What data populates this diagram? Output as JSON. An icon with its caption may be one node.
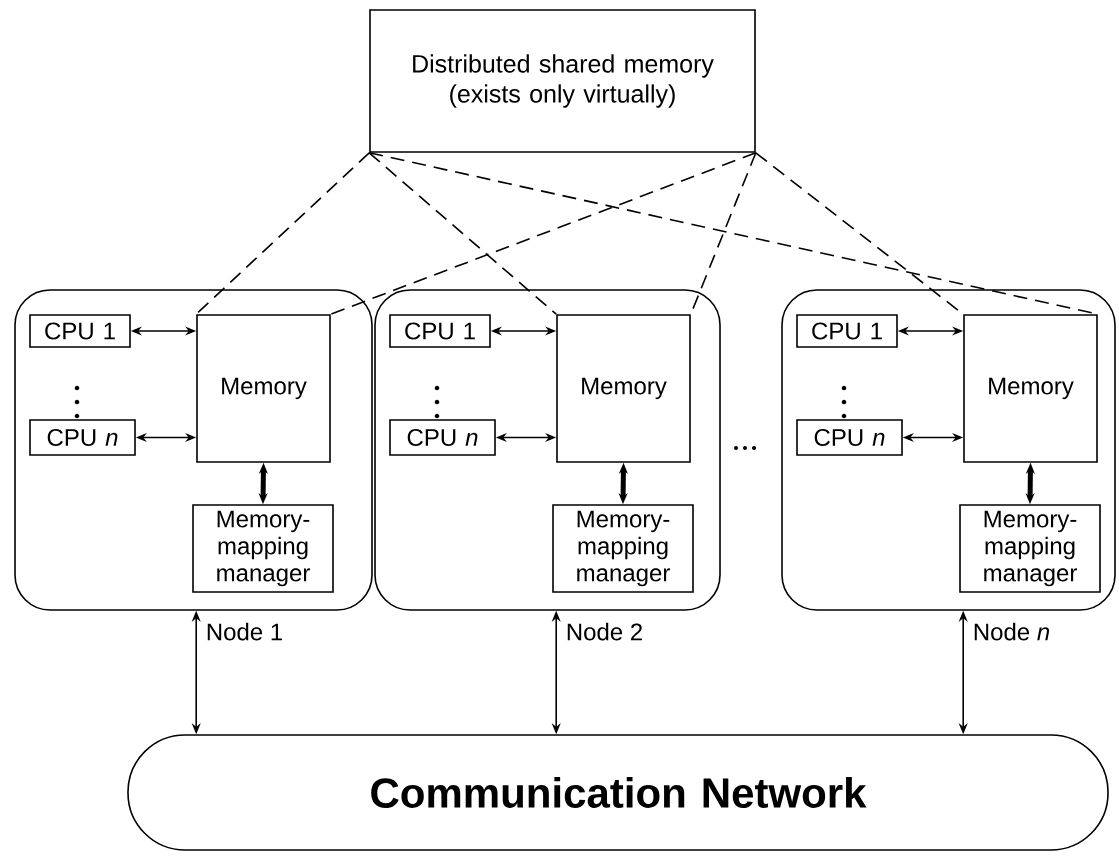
{
  "diagram": {
    "nodes": [
      {
        "text": [
          "Distributed shared memory (exists only virtually)"
        ]
      },
      {
        "text": [
          "Node 1"
        ]
      },
      {
        "text": [
          "CPU 1"
        ],
        "in": 1
      },
      {
        "text": [
          "CPU *n*"
        ],
        "in": 1
      },
      {
        "text": [
          "Memory"
        ],
        "in": 1
      },
      {
        "text": [
          "Memory- mapping manager"
        ],
        "in": 1
      },
      {
        "text": [
          "Node 2"
        ]
      },
      {
        "text": [
          "CPU 1"
        ],
        "in": 6
      },
      {
        "text": [
          "CPU *n*"
        ],
        "in": 6
      },
      {
        "text": [
          "Memory"
        ],
        "in": 6
      },
      {
        "text": [
          "Memory- mapping manager"
        ],
        "in": 6
      },
      {
        "text": [
          "Node *n*"
        ]
      },
      {
        "text": [
          "CPU 1"
        ],
        "in": 11
      },
      {
        "text": [
          "CPU *n*"
        ],
        "in": 11
      },
      {
        "text": [
          "Memory"
        ],
        "in": 11
      },
      {
        "text": [
          "Memory- mapping manager"
        ],
        "in": 11
      },
      {
        "text": [
          "**Communication Network**"
        ]
      }
    ],
    "edges": [
      {
        "from": 0,
        "to": 4,
        "arrow": "none",
        "style": "dashed"
      },
      {
        "from": 0,
        "to": 9,
        "arrow": "none",
        "style": "dashed"
      },
      {
        "from": 0,
        "to": 14,
        "arrow": "none",
        "style": "dashed"
      },
      {
        "from": 0,
        "to": 4,
        "arrow": "none",
        "style": "dashed"
      },
      {
        "from": 0,
        "to": 9,
        "arrow": "none",
        "style": "dashed"
      },
      {
        "from": 0,
        "to": 14,
        "arrow": "none",
        "style": "dashed"
      },
      {
        "from": 2,
        "to": 4,
        "arrow": "both"
      },
      {
        "from": 3,
        "to": 4,
        "arrow": "both"
      },
      {
        "from": 4,
        "to": 5,
        "arrow": "both",
        "style": "thick"
      },
      {
        "from": 1,
        "to": 16,
        "arrow": "both"
      },
      {
        "from": 7,
        "to": 9,
        "arrow": "both"
      },
      {
        "from": 8,
        "to": 9,
        "arrow": "both"
      },
      {
        "from": 9,
        "to": 10,
        "arrow": "both",
        "style": "thick"
      },
      {
        "from": 6,
        "to": 16,
        "arrow": "both"
      },
      {
        "from": 12,
        "to": 14,
        "arrow": "both"
      },
      {
        "from": 13,
        "to": 14,
        "arrow": "both"
      },
      {
        "from": 14,
        "to": 15,
        "arrow": "both",
        "style": "thick"
      },
      {
        "from": 11,
        "to": 16,
        "arrow": "both"
      }
    ]
  }
}
